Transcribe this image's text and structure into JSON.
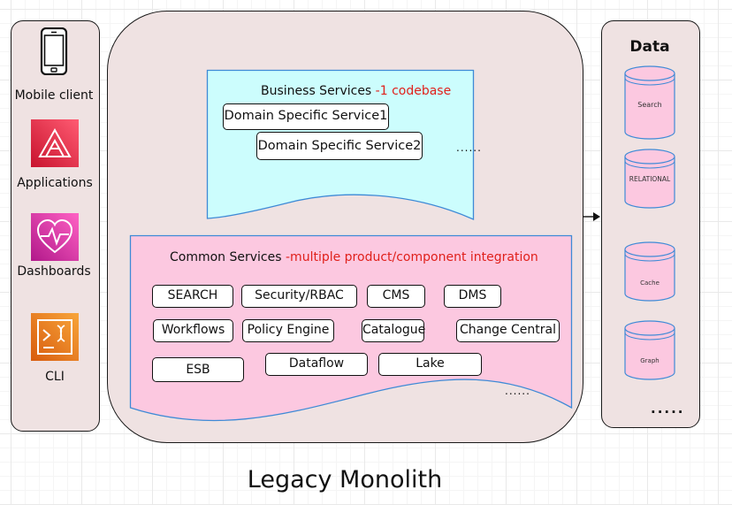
{
  "clients": {
    "mobile_label": "Mobile client",
    "applications_label": "Applications",
    "dashboards_label": "Dashboards",
    "cli_label": "CLI"
  },
  "business": {
    "title": "Business Services ",
    "title_highlight": "-1 codebase",
    "services": [
      "Domain Specific Service1",
      "Domain Specific Service2"
    ],
    "ellipsis": "......"
  },
  "common": {
    "title": "Common Services ",
    "title_highlight": "-multiple product/component integration",
    "services": [
      "SEARCH",
      "Security/RBAC",
      "CMS",
      "DMS",
      "Workflows",
      "Policy Engine",
      "Catalogue",
      "Change Central",
      "ESB",
      "Dataflow",
      "Lake"
    ],
    "ellipsis": "......"
  },
  "data": {
    "title": "Data",
    "stores": [
      "Search",
      "RELATIONAL",
      "Cache",
      "Graph"
    ],
    "ellipsis": "....."
  },
  "diagram_title": "Legacy Monolith",
  "colors": {
    "panel": "#efe2e2",
    "business_fill": "#ccfdfd",
    "common_fill": "#fcc8e0",
    "accent_red": "#e0201b",
    "container_stroke": "#3e8ad6",
    "aws_red": "#e63a5a",
    "aws_pink": "#e23ea3",
    "aws_orange": "#f29123"
  },
  "icons": [
    "mobile-phone-icon",
    "aws-amplify-icon",
    "aws-health-dashboard-icon",
    "aws-cli-icon",
    "database-cylinder-icon",
    "arrow-right-icon"
  ]
}
